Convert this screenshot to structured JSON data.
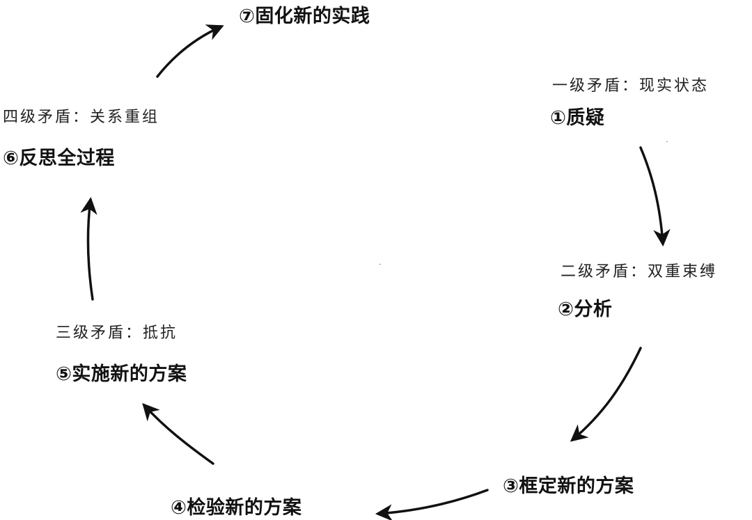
{
  "steps": {
    "s1": "①质疑",
    "s2": "②分析",
    "s3": "③框定新的方案",
    "s4": "④检验新的方案",
    "s5": "⑤实施新的方案",
    "s6": "⑥反思全过程",
    "s7": "⑦固化新的实践"
  },
  "levels": {
    "l1": "一级矛盾：现实状态",
    "l2": "二级矛盾：双重束缚",
    "l3": "三级矛盾：抵抗",
    "l4": "四级矛盾：关系重组"
  }
}
